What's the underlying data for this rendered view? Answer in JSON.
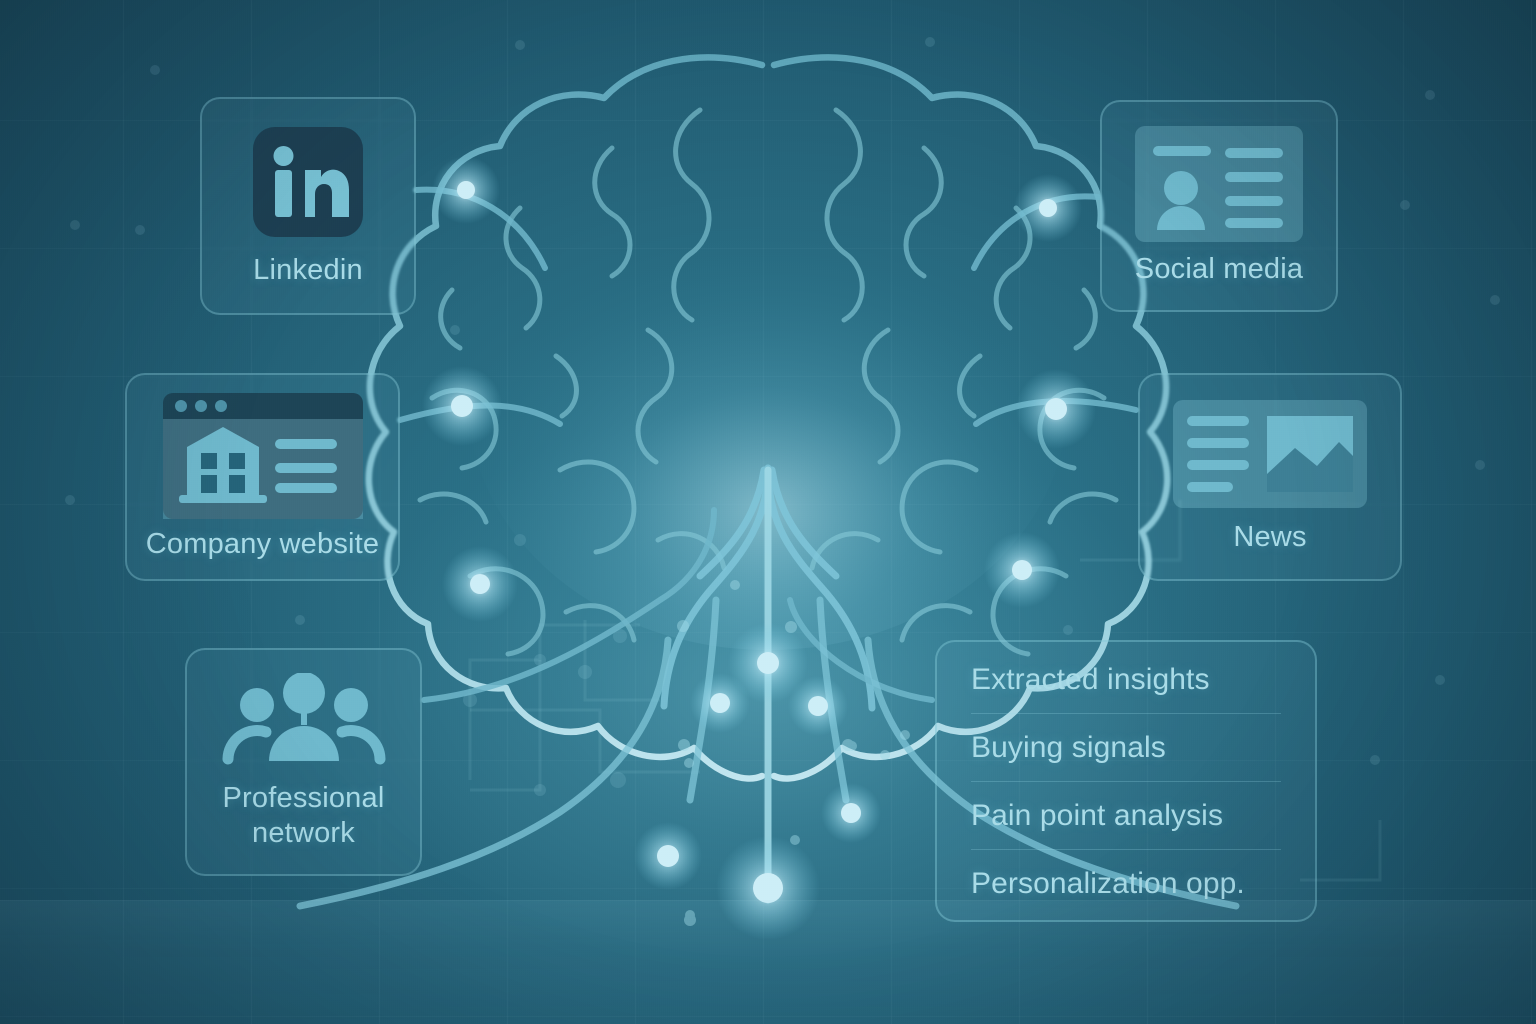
{
  "theme": {
    "bg_dark": "#1b4a5e",
    "bg_mid": "#27697f",
    "bg_glow": "#2d7b92",
    "accent_text": "#a9dce8",
    "accent_line": "#84c8d7",
    "node_glow": "#cdeef7",
    "logo_plate": "#1d3f52"
  },
  "sources": [
    {
      "id": "linkedin",
      "label": "Linkedin",
      "icon": "linkedin-logo-icon"
    },
    {
      "id": "social-media",
      "label": "Social media",
      "icon": "profile-card-icon"
    },
    {
      "id": "company-website",
      "label": "Company website",
      "icon": "browser-building-icon"
    },
    {
      "id": "news",
      "label": "News",
      "icon": "news-article-icon"
    },
    {
      "id": "professional-network",
      "label": "Professional\nnetwork",
      "icon": "people-group-icon"
    }
  ],
  "center": {
    "icon": "brain-icon",
    "label": ""
  },
  "insights": {
    "items": [
      {
        "label": "Extracted insights"
      },
      {
        "label": "Buying signals"
      },
      {
        "label": "Pain point analysis"
      },
      {
        "label": "Personalization opp."
      }
    ]
  }
}
